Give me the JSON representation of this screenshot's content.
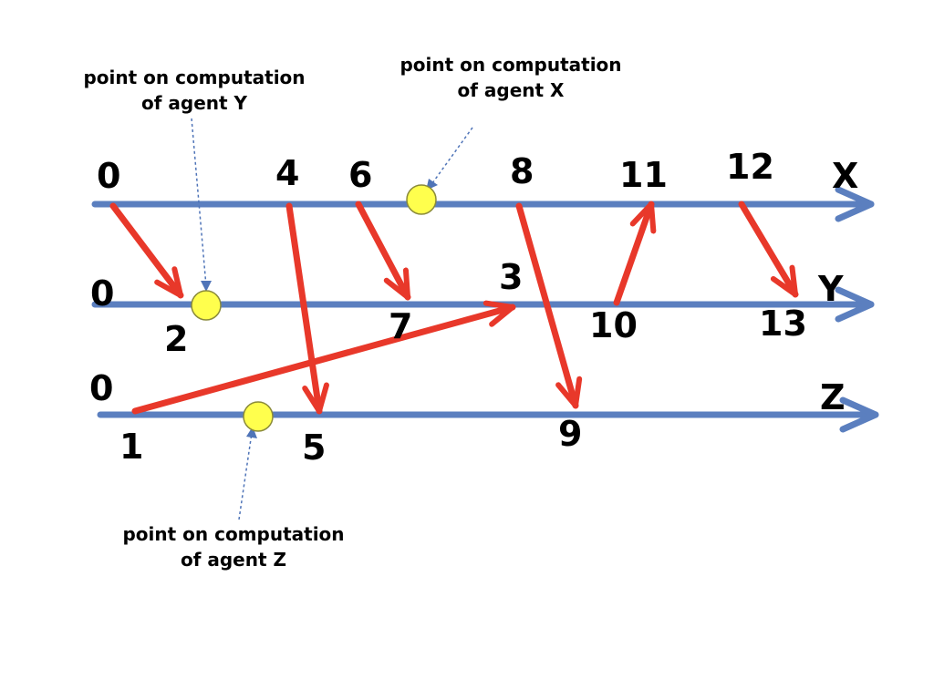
{
  "colors": {
    "timeline": "#5b7fbf",
    "message": "#e8382a",
    "event_point_fill": "#ffff4d",
    "event_point_stroke": "#8a8a3a",
    "callout": "#4f74b8",
    "text": "#000000"
  },
  "agents": [
    {
      "id": "x",
      "label": "X",
      "start": "0"
    },
    {
      "id": "y",
      "label": "Y",
      "start": "0"
    },
    {
      "id": "z",
      "label": "Z",
      "start": "0"
    }
  ],
  "events": [
    {
      "id": "x4",
      "label": "4"
    },
    {
      "id": "x6",
      "label": "6"
    },
    {
      "id": "x8",
      "label": "8"
    },
    {
      "id": "x11",
      "label": "11"
    },
    {
      "id": "x12",
      "label": "12"
    },
    {
      "id": "y2",
      "label": "2"
    },
    {
      "id": "y7",
      "label": "7"
    },
    {
      "id": "y3",
      "label": "3"
    },
    {
      "id": "y10",
      "label": "10"
    },
    {
      "id": "y13",
      "label": "13"
    },
    {
      "id": "z1",
      "label": "1"
    },
    {
      "id": "z5",
      "label": "5"
    },
    {
      "id": "z9",
      "label": "9"
    }
  ],
  "messages": [
    {
      "from": "x0",
      "to": "y2"
    },
    {
      "from": "x4",
      "to": "z5"
    },
    {
      "from": "x6",
      "to": "y7"
    },
    {
      "from": "z1",
      "to": "y3"
    },
    {
      "from": "x8",
      "to": "z9"
    },
    {
      "from": "y10",
      "to": "x11"
    },
    {
      "from": "x12",
      "to": "y13"
    }
  ],
  "annotations": {
    "agent_x": {
      "line1": "point on computation",
      "line2": "of agent X"
    },
    "agent_y": {
      "line1": "point on computation",
      "line2": "of agent Y"
    },
    "agent_z": {
      "line1": "point on computation",
      "line2": "of agent Z"
    }
  }
}
